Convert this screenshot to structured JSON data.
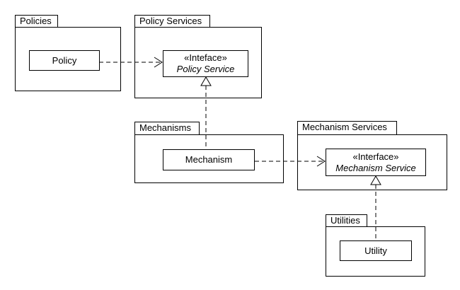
{
  "diagram_type": "uml-package-diagram",
  "colors": {
    "line": "#000000",
    "background": "#ffffff",
    "shape_fill": "#ffffff",
    "text": "#000000"
  },
  "packages": [
    {
      "label": "Policies"
    },
    {
      "label": "Policy Services"
    },
    {
      "label": "Mechanisms"
    },
    {
      "label": "Mechanism Services"
    },
    {
      "label": "Utilities"
    }
  ],
  "classes": [
    {
      "label": "Policy"
    },
    {
      "label": "Mechanism"
    },
    {
      "label": "Utility"
    }
  ],
  "interfaces": [
    {
      "stereotype": "«Inteface»",
      "name": "Policy Service"
    },
    {
      "stereotype": "«Interface»",
      "name": "Mechanism Service"
    }
  ],
  "connectors": [
    {
      "type": "dependency",
      "from": "Policy",
      "to": "Policy Service",
      "style": "dashed-open-arrow"
    },
    {
      "type": "realization",
      "from": "Mechanism",
      "to": "Policy Service",
      "style": "dashed-hollow-triangle"
    },
    {
      "type": "dependency",
      "from": "Mechanism",
      "to": "Mechanism Service",
      "style": "dashed-open-arrow"
    },
    {
      "type": "realization",
      "from": "Utility",
      "to": "Mechanism Service",
      "style": "dashed-hollow-triangle"
    }
  ]
}
